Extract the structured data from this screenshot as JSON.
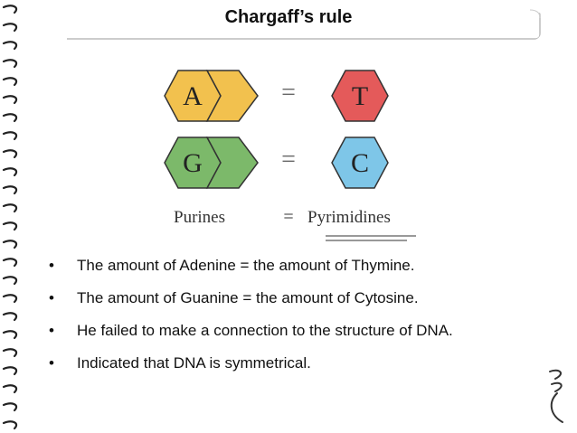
{
  "slide": {
    "title": "Chargaff’s rule"
  },
  "figure": {
    "purines": [
      "A",
      "G"
    ],
    "pyrimidines": [
      "T",
      "C"
    ],
    "equals": "=",
    "caption_left": "Purines",
    "caption_equals": "=",
    "caption_right": "Pyrimidines",
    "colors": {
      "A": "#f2c14e",
      "G": "#7cb96a",
      "T": "#e45a5a",
      "C": "#7ec6e8"
    }
  },
  "bullets": {
    "marker": "•",
    "items": [
      "The amount of Adenine = the amount of Thymine.",
      "The amount of Guanine = the amount of Cytosine.",
      "He failed to make a connection to the structure of DNA.",
      "Indicated that DNA is symmetrical."
    ]
  }
}
